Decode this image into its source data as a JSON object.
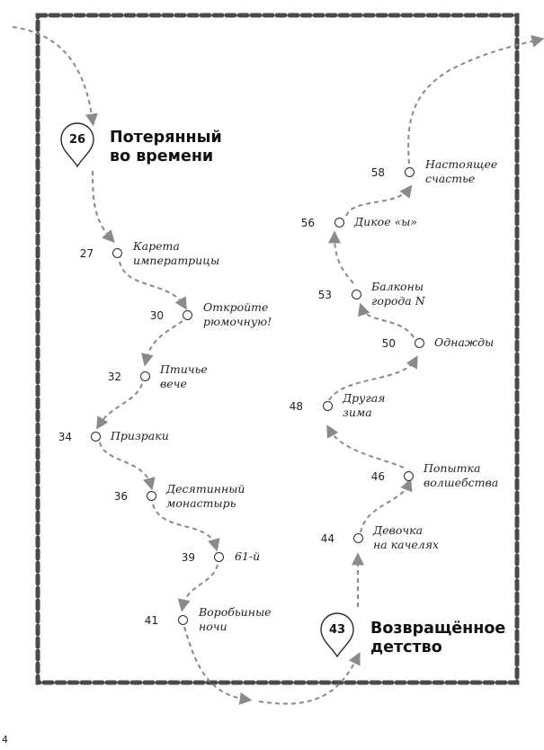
{
  "sections": [
    {
      "number": "26",
      "title": "Потерянный\nво времени"
    },
    {
      "number": "43",
      "title": "Возвращённое\nдетство"
    }
  ],
  "items": [
    {
      "page": "27",
      "title": "Карета\nимператрицы"
    },
    {
      "page": "30",
      "title": "Откройте\nрюмочную!"
    },
    {
      "page": "32",
      "title": "Птичье\nвече"
    },
    {
      "page": "34",
      "title": "Призраки"
    },
    {
      "page": "36",
      "title": "Десятинный\nмонастырь"
    },
    {
      "page": "39",
      "title": "61-й"
    },
    {
      "page": "41",
      "title": "Воробьиные\nночи"
    },
    {
      "page": "44",
      "title": "Девочка\nна качелях"
    },
    {
      "page": "46",
      "title": "Попытка\nволшебства"
    },
    {
      "page": "48",
      "title": "Другая\nзима"
    },
    {
      "page": "50",
      "title": "Однажды"
    },
    {
      "page": "53",
      "title": "Балконы\nгорода N"
    },
    {
      "page": "56",
      "title": "Дикое «ы»"
    },
    {
      "page": "58",
      "title": "Настоящее\nсчастье"
    }
  ],
  "page_number": "4",
  "colors": {
    "border": "#4a4a4a",
    "path": "#8a8a8a",
    "text": "#1a1a1a"
  }
}
